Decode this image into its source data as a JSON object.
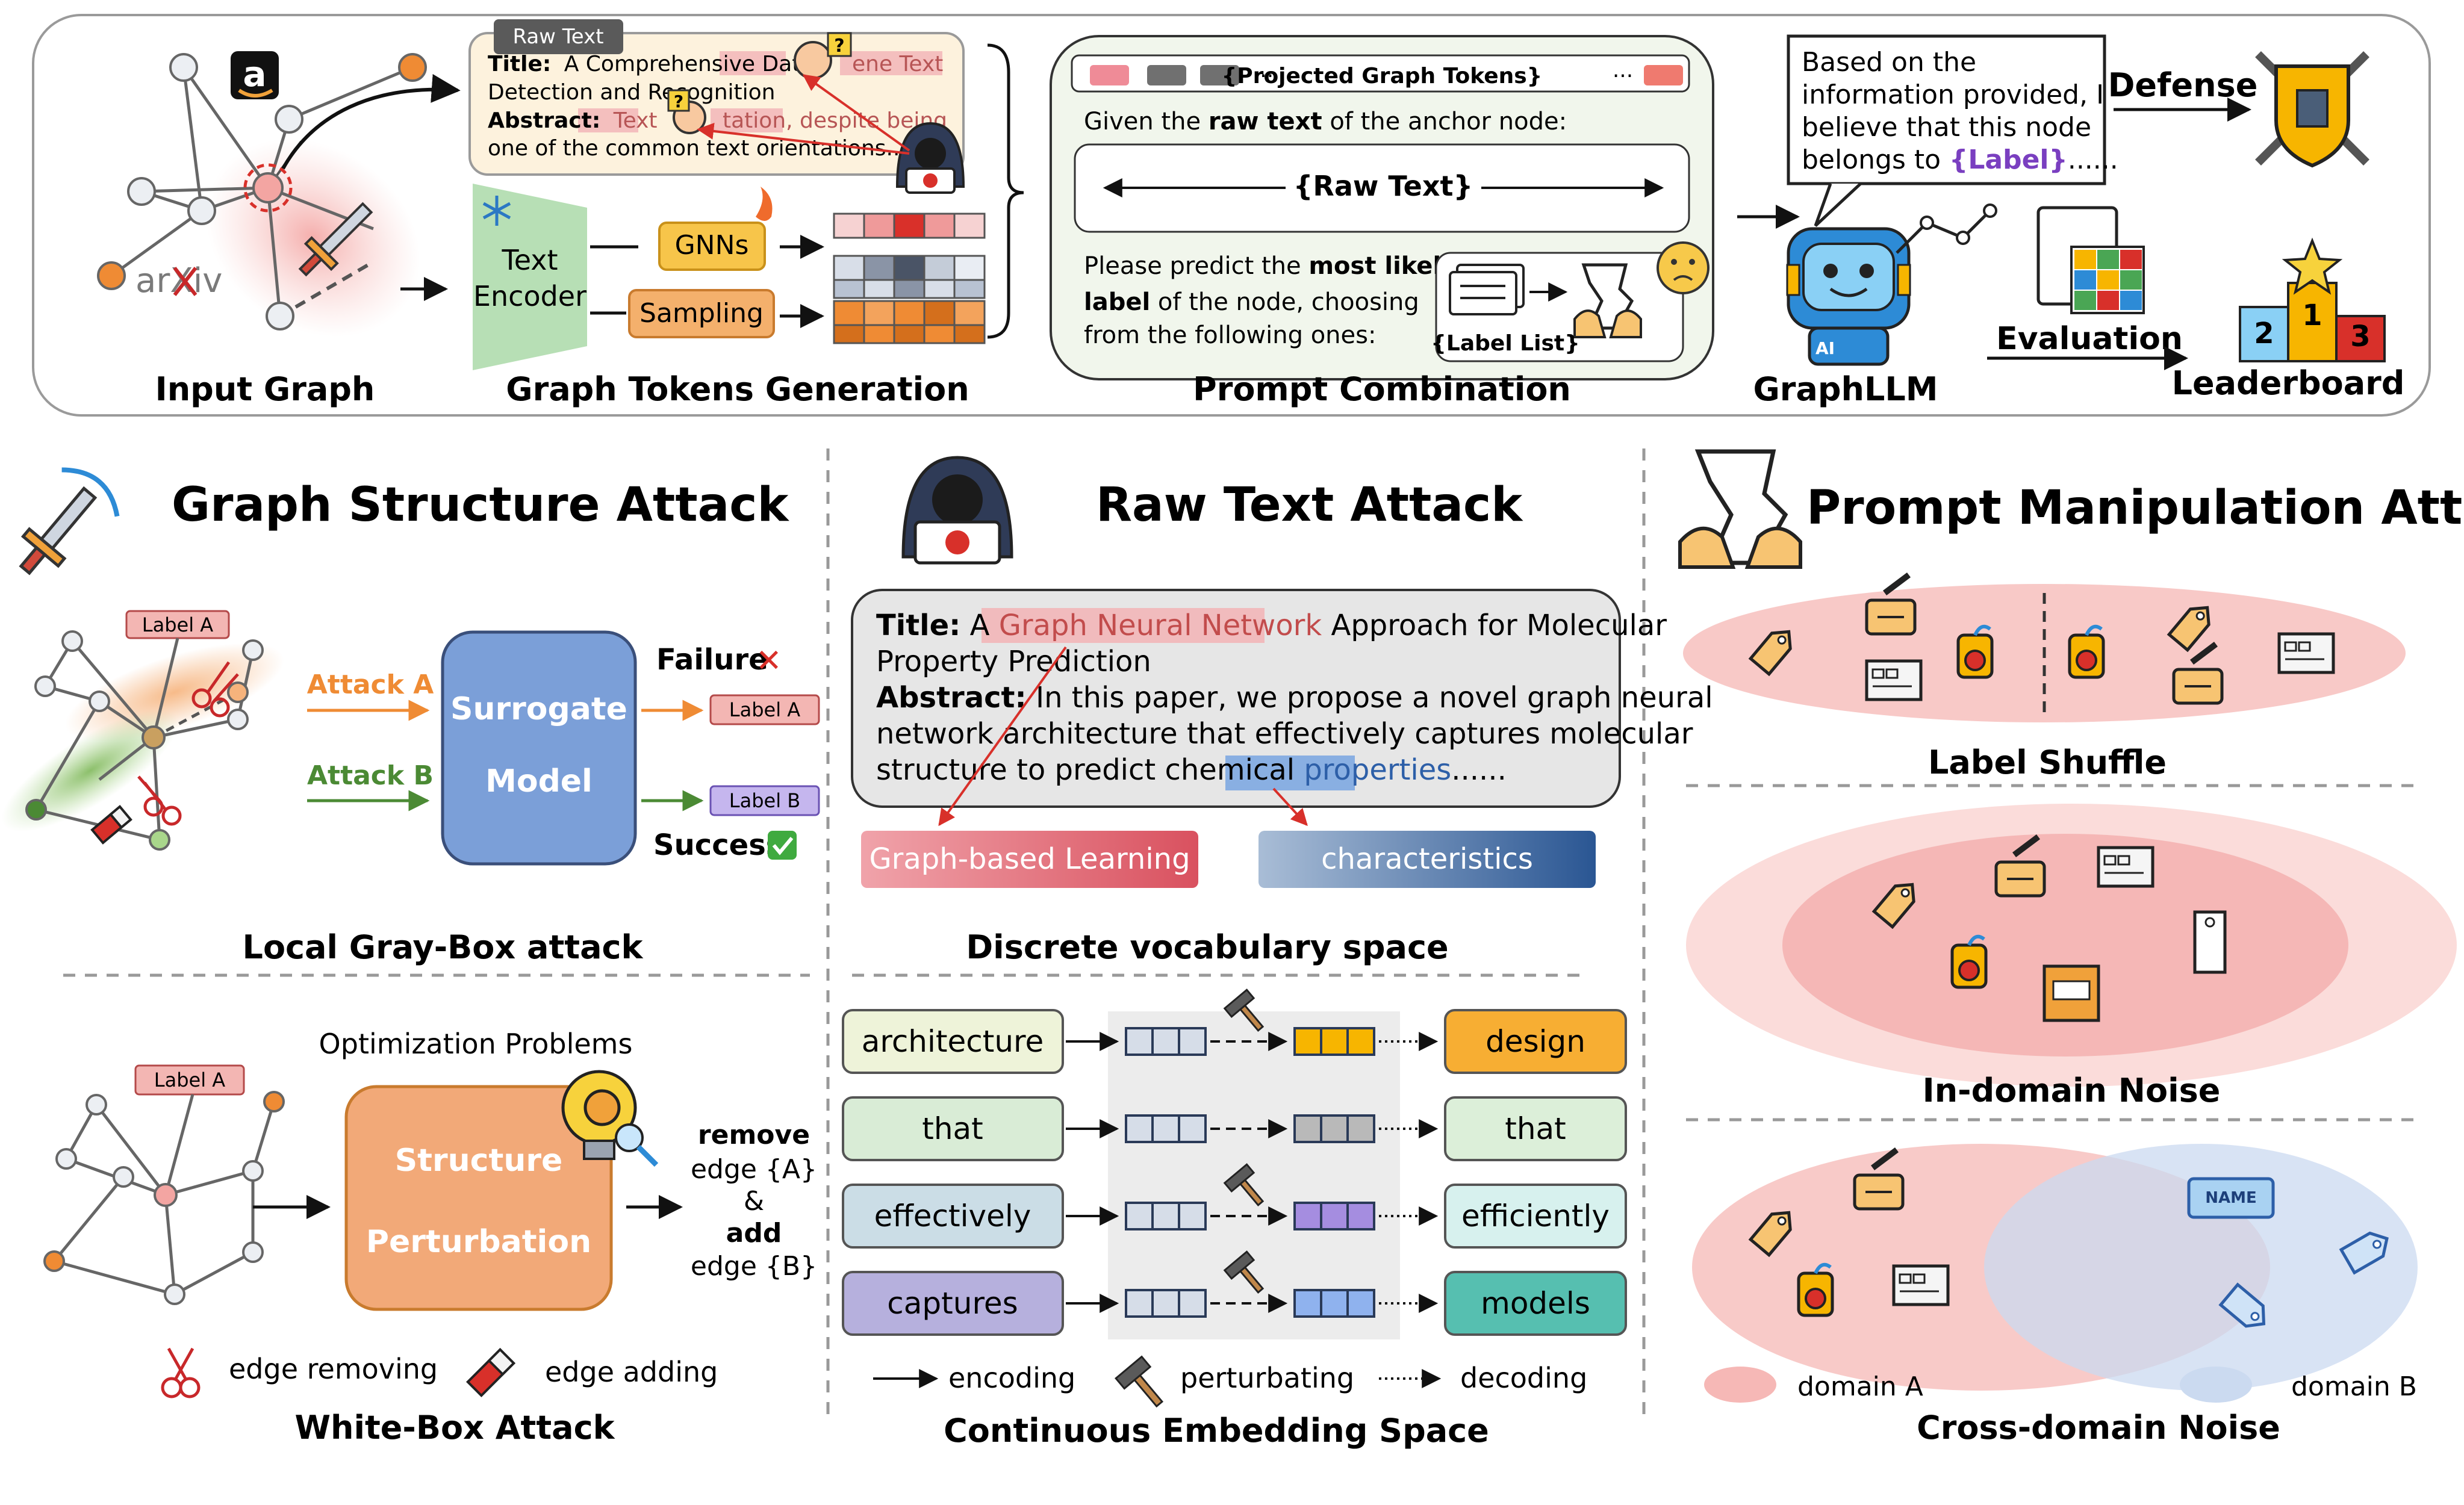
{
  "top": {
    "raw_text_tag": "Raw Text",
    "card_title_label": "Title:",
    "card_title_text": "A Comprehensive Datas",
    "card_title_text_2": "ene Text",
    "card_title_line2": "Detection and Recognition",
    "card_abstract_label": "Abstract:",
    "card_abstract_text": "Text",
    "card_abstract_text_2": "tation, despite being",
    "card_abstract_line2": "one of the common text orientations.....",
    "text_encoder": [
      "Text",
      "Encoder"
    ],
    "gnns": "GNNs",
    "sampling": "Sampling",
    "input_graph_caption": "Input Graph",
    "graph_tokens_caption": "Graph Tokens Generation",
    "prompt_combination_caption": "Prompt Combination",
    "projected_tokens": "{Projected Graph Tokens}",
    "ellipsis": "···",
    "prompt_line1_a": "Given the ",
    "prompt_line1_b": "raw text",
    "prompt_line1_c": " of the anchor node:",
    "raw_text_placeholder": "{Raw Text}",
    "prompt_line2_a": "Please predict the ",
    "prompt_line2_b": "most likely",
    "prompt_line3_a": "label",
    "prompt_line3_b": " of the node, choosing",
    "prompt_line4": "from the following ones:",
    "label_list": "{Label List}",
    "speech": [
      "Based on the",
      "information provided, I",
      "believe that this node",
      "belongs to "
    ],
    "speech_label": "{Label}",
    "speech_dots": "......",
    "defense": "Defense",
    "evaluation": "Evaluation",
    "graphllm": "GraphLLM",
    "leaderboard": "Leaderboard",
    "amazon": "a",
    "arxiv": "arXiv",
    "ai_badge": "AI",
    "podium": [
      "2",
      "1",
      "3"
    ]
  },
  "structure": {
    "heading": "Graph Structure Attack",
    "label_a": "Label A",
    "label_b": "Label B",
    "attack_a": "Attack A",
    "attack_b": "Attack B",
    "surrogate": [
      "Surrogate",
      "Model"
    ],
    "failure": "Failure",
    "success": "Success",
    "local_caption": "Local Gray-Box attack",
    "optimization": "Optimization Problems",
    "perturbation": [
      "Structure",
      "Perturbation"
    ],
    "remove_add": [
      "remove",
      "edge {A}",
      "&",
      "add",
      "edge {B}"
    ],
    "edge_removing": "edge removing",
    "edge_adding": "edge adding",
    "white_box_caption": "White-Box Attack"
  },
  "rawtext": {
    "heading": "Raw Text Attack",
    "title_label": "Title:",
    "title_pre": " A ",
    "title_highlight": "Graph Neural Network",
    "title_post": " Approach for Molecular",
    "title_line2": "Property Prediction",
    "abstract_label": "Abstract:",
    "abstract_line1": " In this paper, we propose a novel graph neural",
    "abstract_line2": "network architecture that effectively captures molecular",
    "abstract_line3_pre": "structure to predict chemical ",
    "abstract_highlight": "properties",
    "abstract_line3_post": "......",
    "replacement_1": "Graph-based Learning",
    "replacement_2": "characteristics",
    "discrete_caption": "Discrete vocabulary space",
    "rows": [
      {
        "input": "architecture",
        "output": "design"
      },
      {
        "input": "that",
        "output": "that"
      },
      {
        "input": "effectively",
        "output": "efficiently"
      },
      {
        "input": "captures",
        "output": "models"
      }
    ],
    "legend_encoding": "encoding",
    "legend_perturbating": "perturbating",
    "legend_decoding": "decoding",
    "continuous_caption": "Continuous Embedding Space"
  },
  "prompt": {
    "heading": "Prompt Manipulation Attack",
    "label_shuffle": "Label Shuffle",
    "in_domain": "In-domain Noise",
    "cross_domain": "Cross-domain Noise",
    "domain_a": "domain A",
    "domain_b": "domain B",
    "name_tag": "NAME"
  },
  "colors": {
    "accent_red": "#e0413a",
    "orange": "#f08a2c",
    "green": "#3e7d2b",
    "surrogate_blue": "#7b9fd8",
    "perturb_orange": "#f2a978",
    "label_pink": "#f3b6b3",
    "label_purple": "#c5b6ee",
    "token_yellow": "#f7b500",
    "token_purple": "#a58de0",
    "token_blue": "#8fb2ee",
    "design_fill": "#f7ae33",
    "models_fill": "#56bfb0"
  }
}
